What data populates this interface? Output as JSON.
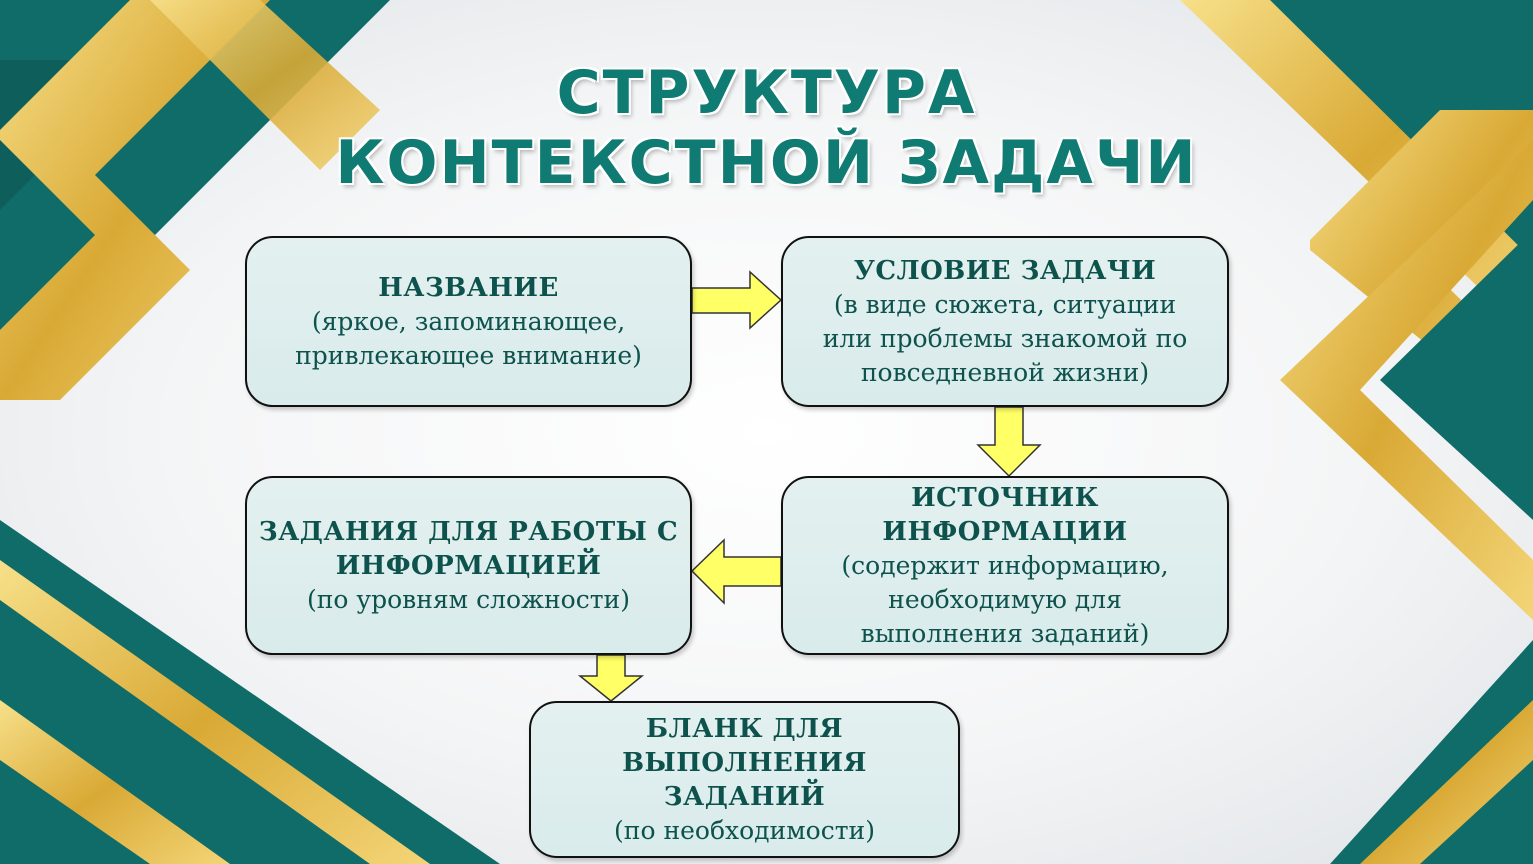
{
  "title": {
    "line1": "СТРУКТУРА",
    "line2": "КОНТЕКСТНОЙ ЗАДАЧИ"
  },
  "boxes": [
    {
      "heading": [
        "НАЗВАНИЕ"
      ],
      "sub": [
        "(яркое, запоминающее,",
        "привлекающее внимание)"
      ]
    },
    {
      "heading": [
        "УСЛОВИЕ ЗАДАЧИ"
      ],
      "sub": [
        "(в виде сюжета, ситуации",
        "или проблемы знакомой по",
        "повседневной жизни)"
      ]
    },
    {
      "heading": [
        "ИСТОЧНИК",
        "ИНФОРМАЦИИ"
      ],
      "sub": [
        "(содержит информацию,",
        "необходимую для",
        "выполнения заданий)"
      ]
    },
    {
      "heading": [
        "ЗАДАНИЯ ДЛЯ РАБОТЫ С",
        "ИНФОРМАЦИЕЙ"
      ],
      "sub": [
        "(по уровням сложности)"
      ]
    },
    {
      "heading": [
        "БЛАНК ДЛЯ",
        "ВЫПОЛНЕНИЯ",
        "ЗАДАНИЙ"
      ],
      "sub": [
        "(по необходимости)"
      ]
    }
  ],
  "colors": {
    "teal": "#0f6f6a",
    "gold": "#e8c24a",
    "arrow": "#ffff66",
    "text": "#0d524c"
  }
}
